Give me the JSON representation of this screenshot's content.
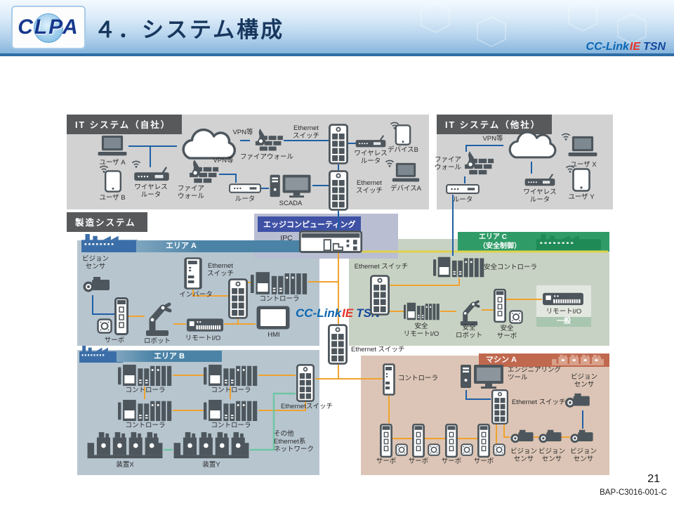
{
  "header": {
    "logo": "CLPA",
    "title": "４．システム構成",
    "brand_cc": "CC-Link",
    "brand_ie": "IE",
    "brand_tsn": "TSN"
  },
  "colors": {
    "line_it_blue": "#1e5fa5",
    "line_tsn_orange": "#f0a22e",
    "line_other_green": "#6fc6a2",
    "line_safety_yellow": "#ded24b",
    "area_ab_blue": "#4b83a7",
    "area_c_green": "#2f9c68",
    "machine_a_red": "#c0694f",
    "edge_label_blue": "#3f51a5",
    "title_navy": "#17375e"
  },
  "it_own": {
    "title": "IT システム（自社）",
    "user_a": "ユーザ A",
    "user_b": "ユーザ B",
    "wireless_router_left": "ワイヤレス\nルータ",
    "firewall_left": "ファイア\nウォール",
    "vpn_top": "VPN等",
    "vpn_mid": "VPN等",
    "firewall_top": "ファイアウォール",
    "eth_switch_top": "Ethernet\nスイッチ",
    "router": "ルータ",
    "scada": "SCADA",
    "eth_switch_bottom": "Ethernet\nスイッチ",
    "wireless_router_right": "ワイヤレス\nルータ",
    "device_b": "デバイスB",
    "device_a": "デバイスA"
  },
  "it_other": {
    "title": "IT システム（他社）",
    "vpn": "VPN等",
    "firewall": "ファイア\nウォール",
    "router": "ルータ",
    "wireless_router": "ワイヤレス\nルータ",
    "user_x": "ユーザ X",
    "user_y": "ユーザ Y"
  },
  "manufacturing": {
    "title": "製造システム"
  },
  "edge": {
    "title": "エッジコンピューティング",
    "ipc": "IPC"
  },
  "center": {
    "brand_cc": "CC-Link",
    "brand_ie": "IE",
    "brand_tsn": "TSN",
    "eth_switch": "Ethernet スイッチ"
  },
  "area_a": {
    "title": "エリア A",
    "vision_sensor": "ビジョン\nセンサ",
    "servo": "サーボ",
    "robot": "ロボット",
    "inverter": "インバータ",
    "eth_switch": "Ethernet\nスイッチ",
    "controller": "コントローラ",
    "remote_io": "リモートI/O",
    "hmi": "HMI"
  },
  "area_c": {
    "title": "エリア C\n（安全制御）",
    "eth_switch": "Ethernet スイッチ",
    "safety_controller": "安全コントローラ",
    "safety_remote_io": "安全\nリモートI/O",
    "safety_robot": "安全\nロボット",
    "safety_servo": "安全\nサーボ",
    "remote_io": "リモートI/O",
    "general": "一般"
  },
  "area_b": {
    "title": "エリア B",
    "controller1": "コントローラ",
    "controller2": "コントローラ",
    "controller3": "コントローラ",
    "controller4": "コントローラ",
    "eth_switch": "Ethernetスイッチ",
    "other_network": "その他\nEthernet系\nネットワーク",
    "equipment_x": "装置X",
    "equipment_y": "装置Y"
  },
  "machine_a": {
    "title": "マシン A",
    "controller": "コントローラ",
    "engineering_tool": "エンジニアリング\nツール",
    "eth_switch": "Ethernet スイッチ",
    "vision_sensor_top": "ビジョン\nセンサ",
    "servo1": "サーボ",
    "servo2": "サーボ",
    "servo3": "サーボ",
    "servo4": "サーボ",
    "vision_sensor1": "ビジョン\nセンサ",
    "vision_sensor2": "ビジョン\nセンサ",
    "vision_sensor3": "ビジョン\nセンサ"
  },
  "footer": {
    "page": "21",
    "doc_id": "BAP-C3016-001-C"
  }
}
